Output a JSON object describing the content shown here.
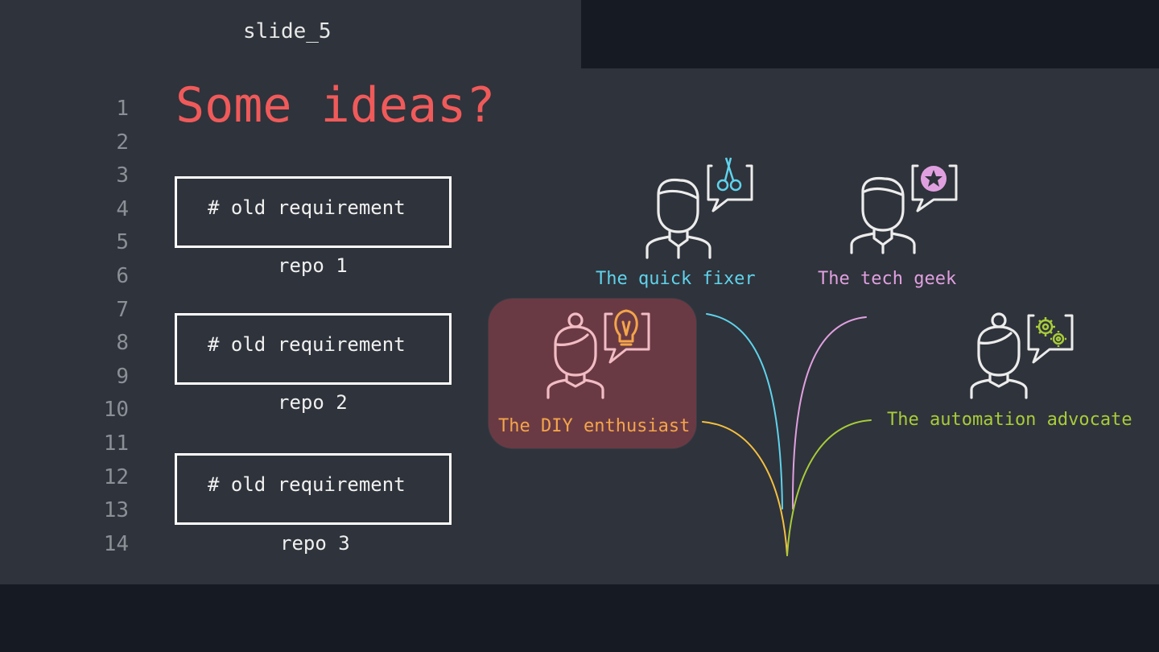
{
  "tab": {
    "title": "slide_5"
  },
  "line_numbers": [
    "1",
    "2",
    "3",
    "4",
    "5",
    "6",
    "7",
    "8",
    "9",
    "10",
    "11",
    "12",
    "13",
    "14"
  ],
  "slide": {
    "heading": "Some ideas?",
    "requirements": [
      {
        "text": "# old requirement",
        "repo": "repo 1"
      },
      {
        "text": "# old requirement",
        "repo": "repo 2"
      },
      {
        "text": "# old requirement",
        "repo": "repo 3"
      }
    ],
    "personas": [
      {
        "label": "The quick fixer",
        "color": "#5fd3ec",
        "icon": "scissors-icon"
      },
      {
        "label": "The tech geek",
        "color": "#e0a0e0",
        "icon": "star-icon"
      },
      {
        "label": "The DIY enthusiast",
        "color": "#f4a54a",
        "icon": "lightbulb-icon"
      },
      {
        "label": "The automation advocate",
        "color": "#a8cc3a",
        "icon": "gears-icon"
      }
    ]
  },
  "colors": {
    "background": "#2f333b",
    "chrome": "#161a22",
    "heading": "#f05a5a",
    "highlight": "#6a3a44"
  }
}
